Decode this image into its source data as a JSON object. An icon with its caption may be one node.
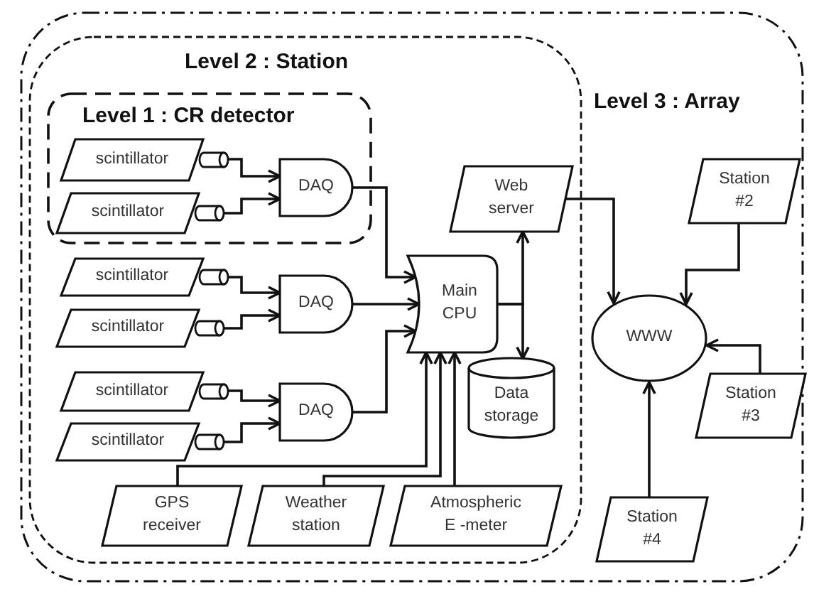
{
  "diagram": {
    "nodes": [
      {
        "text": [
          "Level 3 : Array"
        ]
      },
      {
        "text": [
          "Level 2 : Station"
        ],
        "in": 0
      },
      {
        "text": [
          "Level 1 : CR detector"
        ],
        "in": 1
      },
      {
        "text": [
          "scintillator"
        ],
        "in": 2
      },
      {
        "text": [
          "scintillator"
        ],
        "in": 2
      },
      {
        "text": [
          "DAQ"
        ],
        "in": 2
      },
      {
        "text": [
          "scintillator"
        ],
        "in": 1
      },
      {
        "text": [
          "scintillator"
        ],
        "in": 1
      },
      {
        "text": [
          "DAQ"
        ],
        "in": 1
      },
      {
        "text": [
          "scintillator"
        ],
        "in": 1
      },
      {
        "text": [
          "scintillator"
        ],
        "in": 1
      },
      {
        "text": [
          "DAQ"
        ],
        "in": 1
      },
      {
        "text": [
          "Main CPU"
        ],
        "in": 1
      },
      {
        "text": [
          "Web server"
        ],
        "in": 1
      },
      {
        "text": [
          "Data storage"
        ],
        "in": 1
      },
      {
        "text": [
          "GPS receiver"
        ],
        "in": 1
      },
      {
        "text": [
          "Weather station"
        ],
        "in": 1
      },
      {
        "text": [
          "Atmospheric E -meter"
        ],
        "in": 1
      },
      {
        "text": [
          "WWW"
        ],
        "in": 0
      },
      {
        "text": [
          "Station #2"
        ],
        "in": 0
      },
      {
        "text": [
          "Station #3"
        ],
        "in": 0
      },
      {
        "text": [
          "Station #4"
        ],
        "in": 0
      }
    ],
    "edges": [
      {
        "from": 3,
        "to": 5,
        "arrow": "to"
      },
      {
        "from": 4,
        "to": 5,
        "arrow": "to"
      },
      {
        "from": 5,
        "to": 12,
        "arrow": "to"
      },
      {
        "from": 6,
        "to": 8,
        "arrow": "to"
      },
      {
        "from": 7,
        "to": 8,
        "arrow": "to"
      },
      {
        "from": 8,
        "to": 12,
        "arrow": "to"
      },
      {
        "from": 9,
        "to": 11,
        "arrow": "to"
      },
      {
        "from": 10,
        "to": 11,
        "arrow": "to"
      },
      {
        "from": 11,
        "to": 12,
        "arrow": "to"
      },
      {
        "from": 15,
        "to": 12,
        "arrow": "to"
      },
      {
        "from": 16,
        "to": 12,
        "arrow": "to"
      },
      {
        "from": 17,
        "to": 12,
        "arrow": "to"
      },
      {
        "from": 12,
        "to": 13,
        "arrow": "to"
      },
      {
        "from": 12,
        "to": 14,
        "arrow": "to"
      },
      {
        "from": 13,
        "to": 18,
        "arrow": "to"
      },
      {
        "from": 19,
        "to": 18,
        "arrow": "to"
      },
      {
        "from": 20,
        "to": 18,
        "arrow": "to"
      },
      {
        "from": 21,
        "to": 18,
        "arrow": "to"
      }
    ]
  }
}
